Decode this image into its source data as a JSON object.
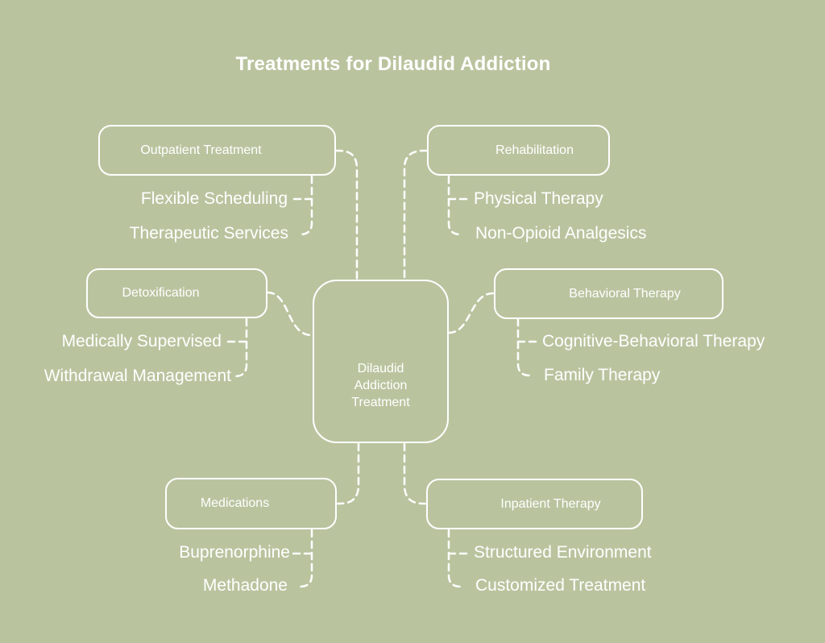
{
  "title": "Treatments for Dilaudid Addiction",
  "colors": {
    "background": "#b9c49f",
    "foreground": "#ffffff"
  },
  "center_node": {
    "lines": [
      "Dilaudid",
      "Addiction",
      "Treatment"
    ]
  },
  "branches": {
    "outpatient": {
      "label": "Outpatient Treatment",
      "children": [
        "Flexible Scheduling",
        "Therapeutic Services"
      ]
    },
    "rehabilitation": {
      "label": "Rehabilitation",
      "children": [
        "Physical Therapy",
        "Non-Opioid Analgesics"
      ]
    },
    "detoxification": {
      "label": "Detoxification",
      "children": [
        "Medically Supervised",
        "Withdrawal Management"
      ]
    },
    "behavioral": {
      "label": "Behavioral Therapy",
      "children": [
        "Cognitive-Behavioral Therapy",
        "Family Therapy"
      ]
    },
    "medications": {
      "label": "Medications",
      "children": [
        "Buprenorphine",
        "Methadone"
      ]
    },
    "inpatient": {
      "label": "Inpatient Therapy",
      "children": [
        "Structured Environment",
        "Customized Treatment"
      ]
    }
  }
}
